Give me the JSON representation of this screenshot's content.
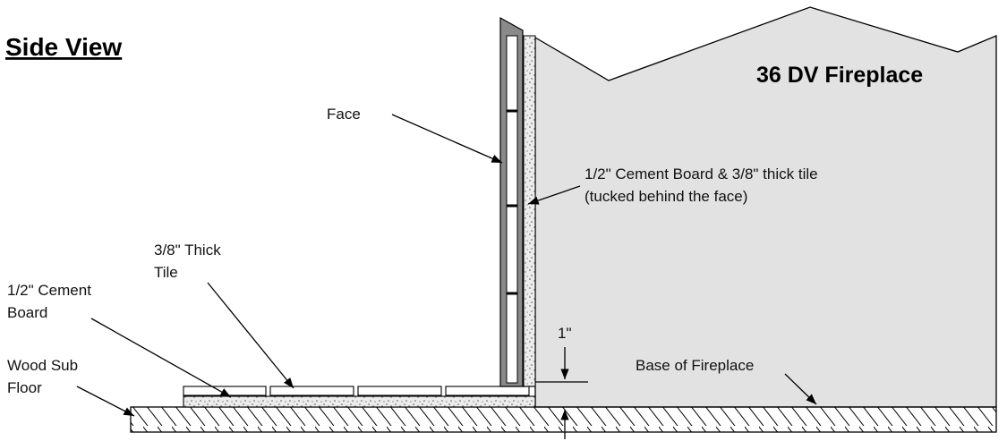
{
  "title": "Side View",
  "fireplace_name": "36 DV Fireplace",
  "labels": {
    "face": "Face",
    "cement_tile_line1": "1/2\" Cement Board & 3/8\" thick tile",
    "cement_tile_line2": "(tucked behind the face)",
    "thick_tile_line1": "3/8\" Thick",
    "thick_tile_line2": "Tile",
    "cement_board_line1": "1/2\" Cement",
    "cement_board_line2": "Board",
    "wood_floor_line1": "Wood Sub",
    "wood_floor_line2": "Floor",
    "base": "Base of Fireplace",
    "dimension": "1\""
  },
  "colors": {
    "fireplace_fill": "#e2e2e2",
    "face_frame": "#8a8a8a",
    "cement_board": "#e8e8e8",
    "tile": "#ffffff",
    "line": "#000000"
  }
}
